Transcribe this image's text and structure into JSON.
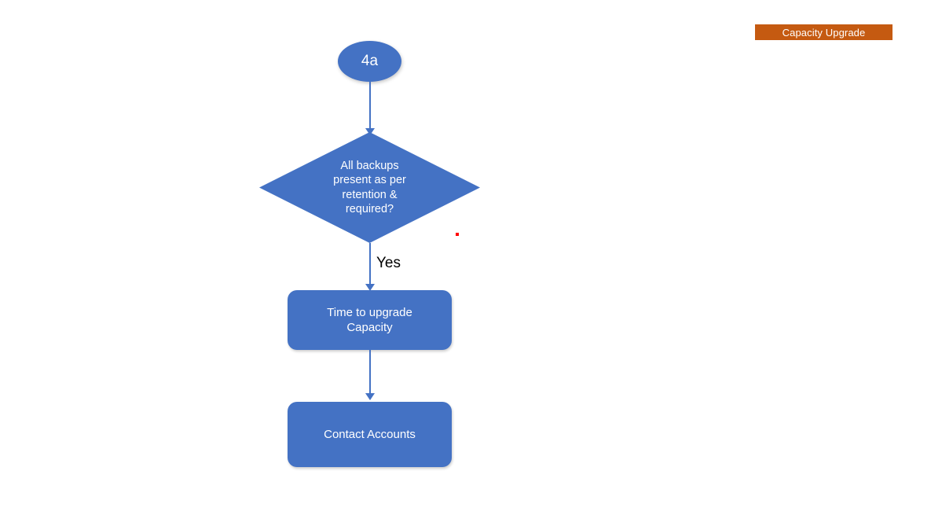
{
  "banner": {
    "label": "Capacity Upgrade",
    "background_color": "#C55A11",
    "text_color": "#FFFFFF"
  },
  "theme": {
    "node_fill": "#4472C4",
    "node_text_color": "#FFFFFF",
    "connector_color": "#4472C4",
    "label_text_color": "#000000",
    "canvas_background": "#FFFFFF",
    "artifact_dot_color": "#FF0000"
  },
  "chart_data": {
    "type": "flowchart",
    "title": "Capacity Upgrade",
    "orientation": "top-to-bottom",
    "nodes": [
      {
        "id": "start",
        "shape": "oval",
        "label": "4a"
      },
      {
        "id": "decision",
        "shape": "diamond",
        "label": "All backups present as per retention & required?"
      },
      {
        "id": "upgrade",
        "shape": "rounded-rectangle",
        "label": "Time to upgrade Capacity"
      },
      {
        "id": "accounts",
        "shape": "rounded-rectangle",
        "label": "Contact Accounts"
      }
    ],
    "edges": [
      {
        "from": "start",
        "to": "decision",
        "label": ""
      },
      {
        "from": "decision",
        "to": "upgrade",
        "label": "Yes"
      },
      {
        "from": "upgrade",
        "to": "accounts",
        "label": ""
      }
    ]
  },
  "nodes": {
    "start": {
      "label": "4a"
    },
    "decision": {
      "label": "All backups\npresent as per\nretention &\nrequired?"
    },
    "upgrade": {
      "label": "Time to upgrade\nCapacity"
    },
    "accounts": {
      "label": "Contact Accounts"
    }
  },
  "edges": {
    "decision_to_upgrade": {
      "label": "Yes"
    }
  }
}
